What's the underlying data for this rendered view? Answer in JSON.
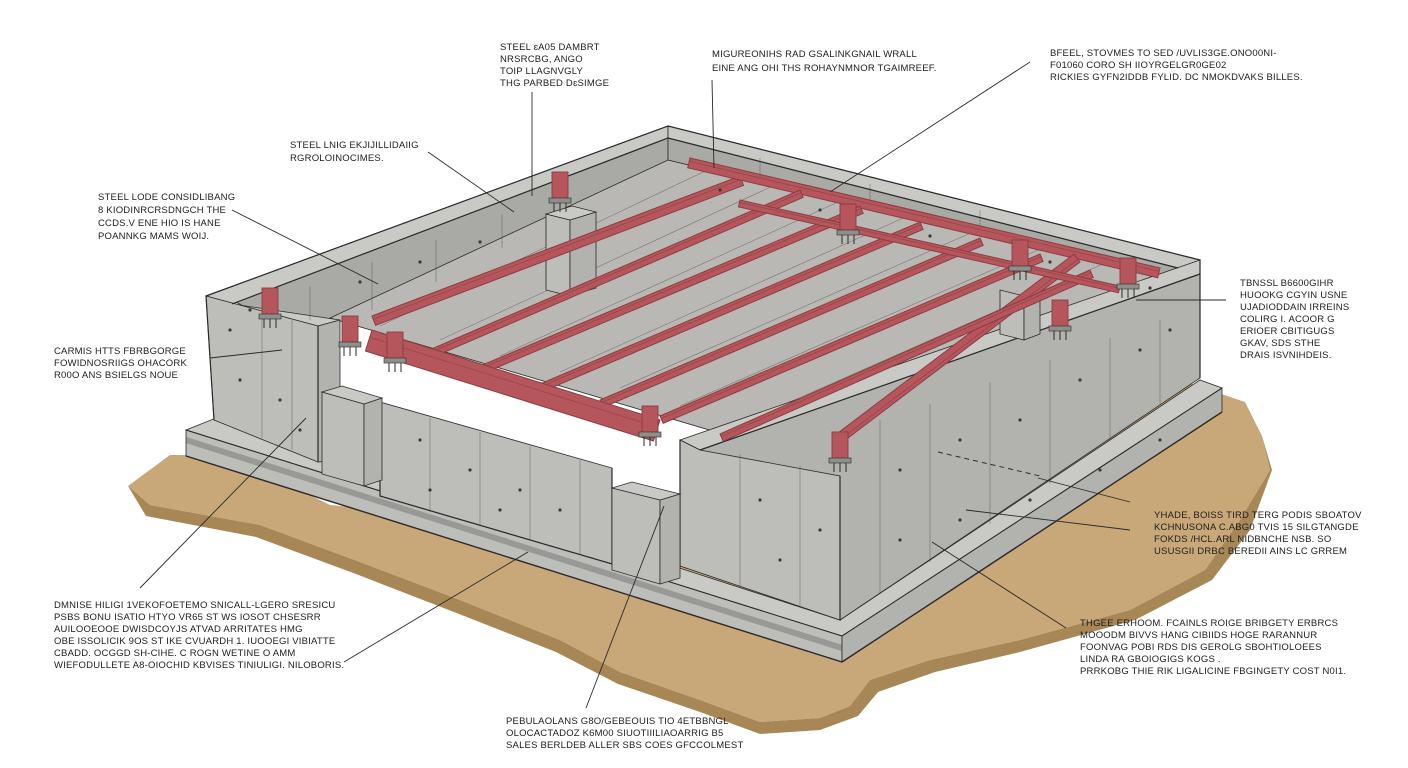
{
  "diagram": {
    "colors": {
      "concrete_top": "#c9c9c6",
      "concrete_face": "#bdbdba",
      "concrete_side": "#b2b2af",
      "concrete_inner": "#a9a9a6",
      "slab": "#b9b8b4",
      "steel": "#b5565c",
      "steel_dark": "#8d3c42",
      "soil": "#c8a878",
      "soil_dark": "#a88757",
      "line": "#2a2a2a"
    },
    "labels": [
      {
        "id": "steel-top-damper",
        "lines": [
          "STEEL ɛA05 DAMBRT",
          "NRSRCBG, ANGO",
          "TOIP LLAGNVGLY",
          "THG PARBED DɛSIMGE"
        ]
      },
      {
        "id": "reinforcing-beam",
        "lines": [
          "MIGUREONIHS RAD GSALINKGNAIL WRALL",
          "EINE ANG OHI THS ROHAYNMNOR TGAIMREEF."
        ]
      },
      {
        "id": "steel-stone",
        "lines": [
          "BFEEL, STOVMES TO SED /UVLIS3GE.ONO00NI-",
          "F01060 CORO SH IIOYRGELGR0GE02",
          "RICKIES GYFN2IDDB FYLID. DC NMOKDVAKS BILLES."
        ]
      },
      {
        "id": "steel-ring",
        "lines": [
          "STEEL LNIG EKJIJILLIDAIIG",
          "RGROLOINOCIMES."
        ]
      },
      {
        "id": "steel-lode",
        "lines": [
          "STEEL LODE CONSIDLIBANG",
          "8 KIODINRCRSDNGCH THE",
          "CCDS.V ENE HIO IS HANE",
          "POANNKG MAMS WOIJ."
        ]
      },
      {
        "id": "carmis",
        "lines": [
          "CARMIS HTTS FBRBGORGE",
          "FOWIDNOSRIIGS OHACORK",
          "R00O ANS BSIELGS NOUE"
        ]
      },
      {
        "id": "tensile-right",
        "lines": [
          "TBNSSL B6600GIHR",
          "HUOOKG CGYIN USNE",
          "UJADIODDAIN IRREINS",
          "COLIRG I. ACOOR G",
          "ERIOER CBITIGUGS",
          "GKAV, SDS STHE",
          "DRAIS ISVNIHDEIS."
        ]
      },
      {
        "id": "yhade",
        "lines": [
          "YHADE, BOISS TIRD TERG PODIS SBOATOV",
          "KCHNUSONA C.ABG0 TVIS 15 SILGTANGDE",
          "FOKDS /HCL.ARL NIDBNCHE NSB. SO",
          "USUSGII DRBC BEREDII AINS LC GRREM"
        ]
      },
      {
        "id": "damise",
        "lines": [
          "DMNISE HILIGI 1VEKOFOETEMO SNICALL-LGERO SRESICU",
          "PSBS BONU ISATIO HTYO VR65 ST WS IOSOT CHSESRR",
          "AUILOOEOOE DWISDCOYJS ATVAD ARRITATES HMG",
          "OBE ISSOLICIK 9OS ST IKE CVUARDH 1. IUOOEGI VIBIATTE",
          "CBADD. OCGGD SH-CIHE. C ROGN WETINE O AMM",
          "WIEFODULLETE A8-OIOCHID KBVISES TINIULIGI. NILOBORIS."
        ]
      },
      {
        "id": "three",
        "lines": [
          "THGEE ERHOOM. FCAINLS ROIGE BRIBGETY ERBRCS",
          "MOOODM BIVVS HANG CIBIIDS HOGE RARANNUR",
          "FOONVAG POBI RDS DIS GEROLG SBOHTIOLOEES",
          "LINDA RA GBOIOGIGS KOGS .",
          "PRRKOBG THIE RIK LIGALICINE FBGINGETY COST N0I1."
        ]
      },
      {
        "id": "pebulaos",
        "lines": [
          "PEBULAOLANS G8O/GEBEOUIS TIO 4ETBBNGL",
          "OLOCACTADOZ K6M00 SIUOTIIILIAOARRIG B5",
          "SALES BERLDEB ALLER SBS COES GFCCOLMEST"
        ]
      }
    ]
  }
}
